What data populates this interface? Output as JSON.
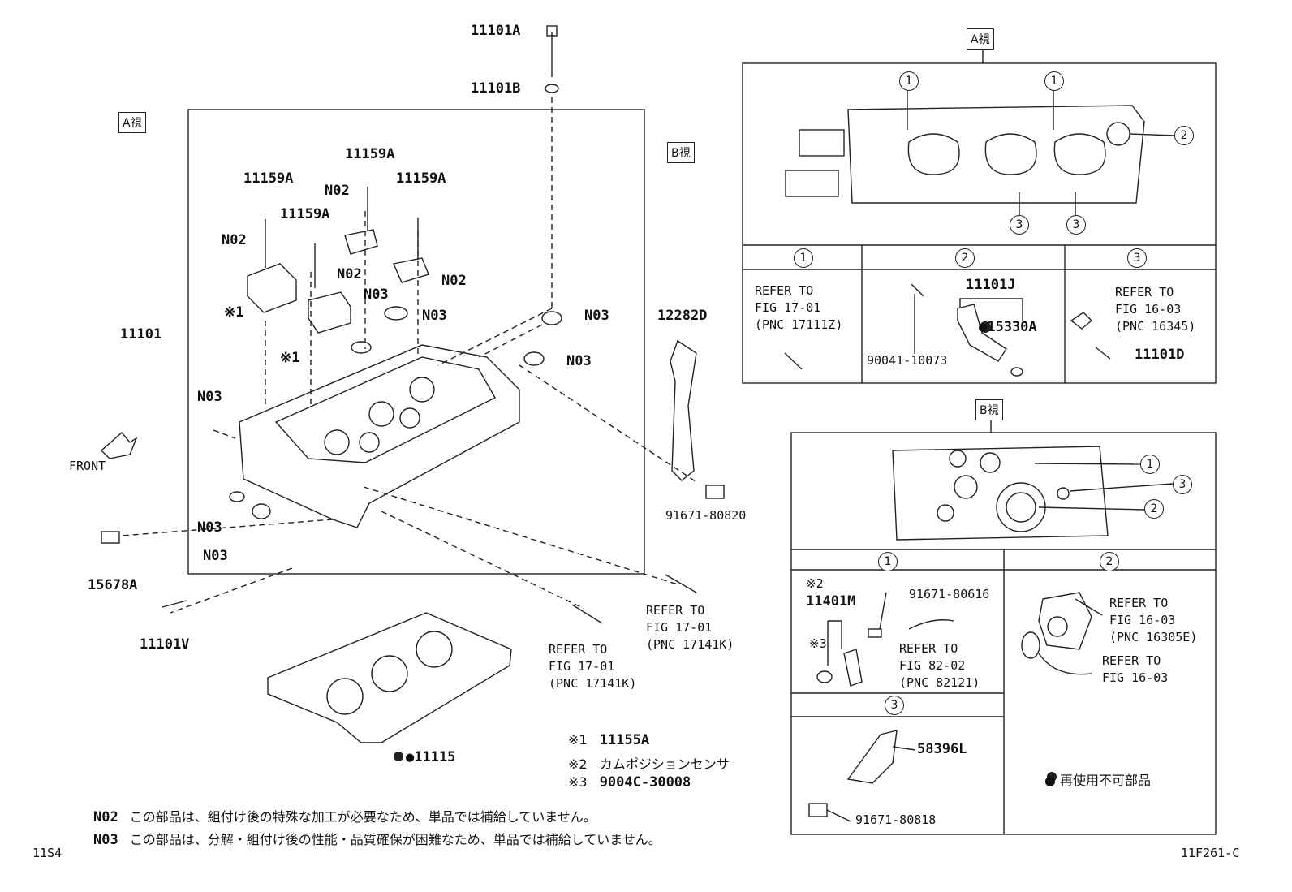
{
  "parts": {
    "p11101A": "11101A",
    "p11101B": "11101B",
    "p11101": "11101",
    "p11159A_1": "11159A",
    "p11159A_2": "11159A",
    "p11159A_3": "11159A",
    "p11159A_4": "11159A",
    "n02_1": "N02",
    "n02_2": "N02",
    "n02_3": "N02",
    "n02_4": "N02",
    "n03_1": "N03",
    "n03_2": "N03",
    "n03_3": "N03",
    "n03_4": "N03",
    "n03_5": "N03",
    "n03_6": "N03",
    "n03_7": "N03",
    "mark1_a": "※1",
    "mark1_b": "※1",
    "p12282D": "12282D",
    "p91671_80820": "91671-80820",
    "p15678A": "15678A",
    "p11101V": "11101V",
    "p11115": "●11115",
    "front": "FRONT",
    "view_a_tag": "A視",
    "view_b_tag": "B視",
    "ref_17141K_1": "REFER TO\nFIG 17-01\n(PNC 17141K)",
    "ref_17141K_2": "REFER TO\nFIG 17-01\n(PNC 17141K)"
  },
  "view_a": {
    "title": "A視",
    "circle_1": "1",
    "circle_2": "2",
    "circle_3": "3",
    "c1a": "1",
    "c1b": "1",
    "c2": "2",
    "c3a": "3",
    "c3b": "3",
    "ref_1": "REFER TO\nFIG 17-01\n(PNC 17111Z)",
    "p11101J": "11101J",
    "p15330A": "●15330A",
    "p90041": "90041-10073",
    "ref_3": "REFER TO\nFIG 16-03\n(PNC 16345)",
    "p11101D": "11101D"
  },
  "view_b": {
    "title": "B視",
    "circle_1": "1",
    "circle_2": "2",
    "circle_3": "3",
    "c1": "1",
    "c3": "3",
    "c2": "2",
    "mark2": "※2",
    "p11401M": "11401M",
    "mark3": "※3",
    "p91671_80616": "91671-80616",
    "ref_82": "REFER TO\nFIG 82-02\n(PNC 82121)",
    "ref_16305": "REFER TO\nFIG 16-03\n(PNC 16305E)",
    "ref_1603": "REFER TO\nFIG 16-03",
    "p58396L": "58396L",
    "p91671_80818": "91671-80818"
  },
  "legend": {
    "m1": "※1",
    "m1_val": "11155A",
    "m2": "※2",
    "m2_val": "カムポジションセンサ",
    "m3": "※3",
    "m3_val": "9004C-30008",
    "non_reusable": "● 再使用不可部品"
  },
  "notes": {
    "n02_code": "N02",
    "n02_text": "この部品は、組付け後の特殊な加工が必要なため、単品では補給していません。",
    "n03_code": "N03",
    "n03_text": "この部品は、分解・組付け後の性能・品質確保が困難なため、単品では補給していません。"
  },
  "footer": {
    "left_code": "11S4",
    "right_code": "11F261-C"
  }
}
